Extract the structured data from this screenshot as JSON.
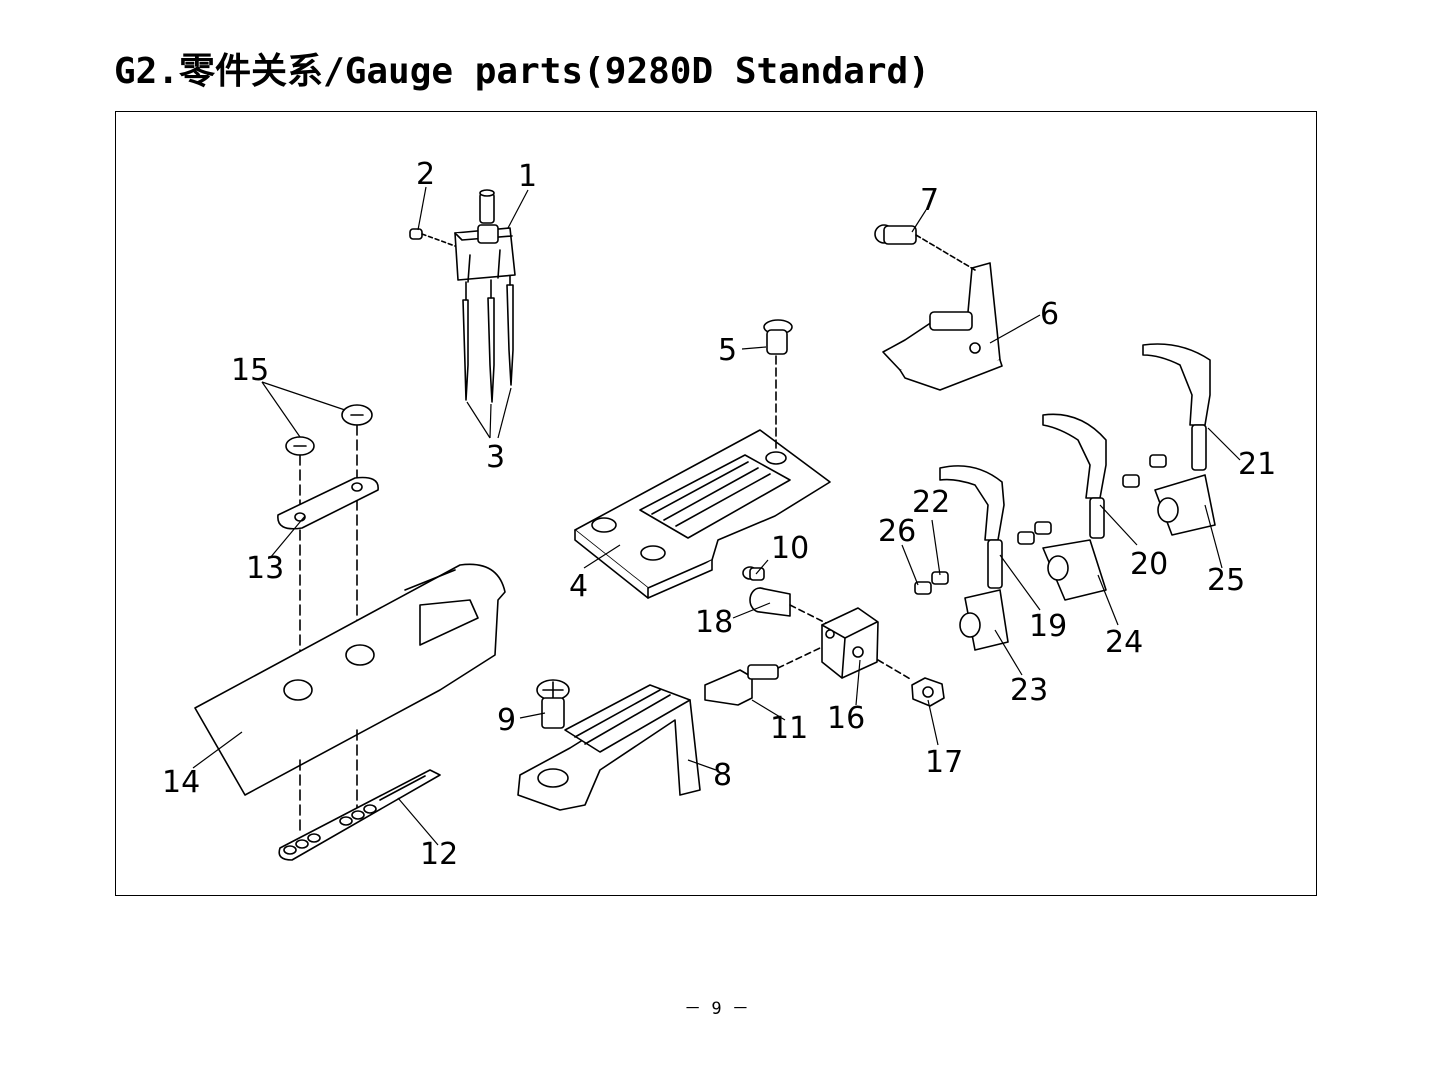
{
  "header": {
    "title": "G2.零件关系/Gauge parts(9280D Standard)"
  },
  "callouts": {
    "p1": "1",
    "p2": "2",
    "p3": "3",
    "p4": "4",
    "p5": "5",
    "p6": "6",
    "p7": "7",
    "p8": "8",
    "p9": "9",
    "p10": "10",
    "p11": "11",
    "p12": "12",
    "p13": "13",
    "p14": "14",
    "p15": "15",
    "p16": "16",
    "p17": "17",
    "p18": "18",
    "p19": "19",
    "p20": "20",
    "p21": "21",
    "p22": "22",
    "p23": "23",
    "p24": "24",
    "p25": "25",
    "p26": "26"
  },
  "footer": {
    "page_number": "－ 9 －"
  }
}
